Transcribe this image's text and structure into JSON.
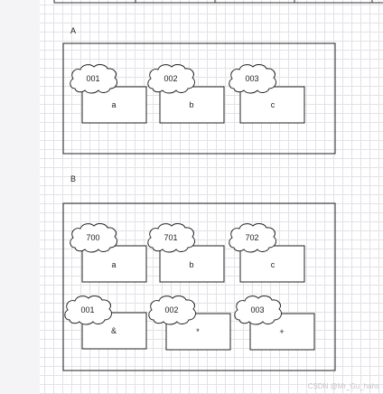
{
  "diagram": {
    "section_a": {
      "title": "A",
      "items": [
        {
          "id": "001",
          "value": "a"
        },
        {
          "id": "002",
          "value": "b"
        },
        {
          "id": "003",
          "value": "c"
        }
      ]
    },
    "section_b": {
      "title": "B",
      "items": [
        {
          "id": "700",
          "value": "a"
        },
        {
          "id": "701",
          "value": "b"
        },
        {
          "id": "702",
          "value": "c"
        },
        {
          "id": "001",
          "value": "&"
        },
        {
          "id": "002",
          "value": "*"
        },
        {
          "id": "003",
          "value": "+"
        }
      ]
    }
  },
  "watermark": "CSDN @Mr_Gu_hahs"
}
